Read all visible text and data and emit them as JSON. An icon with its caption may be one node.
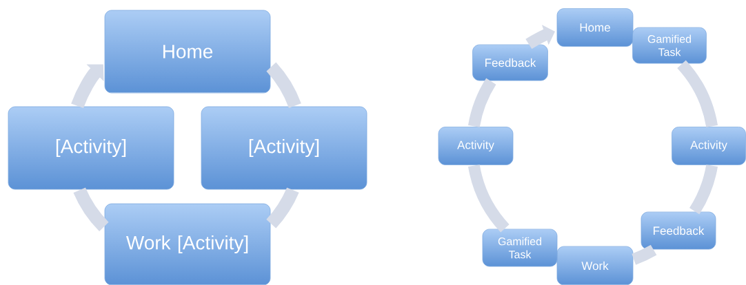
{
  "diagram": {
    "nodes": [
      {
        "text": [
          "Home"
        ]
      },
      {
        "text": [
          "[Activity]"
        ]
      },
      {
        "text": [
          "Work [Activity]"
        ]
      },
      {
        "text": [
          "[Activity]"
        ]
      },
      {
        "text": [
          "Home"
        ]
      },
      {
        "text": [
          "Gamified Task"
        ]
      },
      {
        "text": [
          "Activity"
        ]
      },
      {
        "text": [
          "Feedback"
        ]
      },
      {
        "text": [
          "Work"
        ]
      },
      {
        "text": [
          "Gamified Task"
        ]
      },
      {
        "text": [
          "Activity"
        ]
      },
      {
        "text": [
          "Feedback"
        ]
      }
    ],
    "edges": [
      {
        "from": 0,
        "to": 1,
        "arrow": "none"
      },
      {
        "from": 1,
        "to": 2,
        "arrow": "none"
      },
      {
        "from": 2,
        "to": 3,
        "arrow": "none"
      },
      {
        "from": 3,
        "to": 0,
        "arrow": "to"
      },
      {
        "from": 5,
        "to": 6,
        "arrow": "none"
      },
      {
        "from": 6,
        "to": 7,
        "arrow": "none"
      },
      {
        "from": 7,
        "to": 8,
        "arrow": "none"
      },
      {
        "from": 9,
        "to": 10,
        "arrow": "none"
      },
      {
        "from": 10,
        "to": 11,
        "arrow": "none"
      },
      {
        "from": 11,
        "to": 4,
        "arrow": "to"
      }
    ]
  }
}
